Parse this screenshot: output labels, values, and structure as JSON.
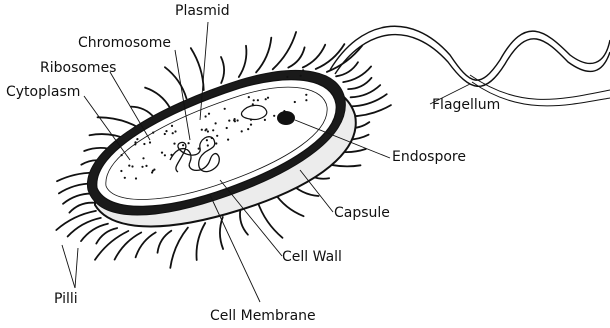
{
  "labels": {
    "plasmid": "Plasmid",
    "chromosome": "Chromosome",
    "ribosomes": "Ribosomes",
    "cytoplasm": "Cytoplasm",
    "flagellum": "Flagellum",
    "endospore": "Endospore",
    "capsule": "Capsule",
    "cell_wall": "Cell Wall",
    "cell_membrane": "Cell Membrane",
    "pilli": "Pilli"
  },
  "colors": {
    "ink": "#111111",
    "background": "#ffffff",
    "capsule_shade": "#ececec",
    "cell_wall_band": "#1a1a1a"
  }
}
